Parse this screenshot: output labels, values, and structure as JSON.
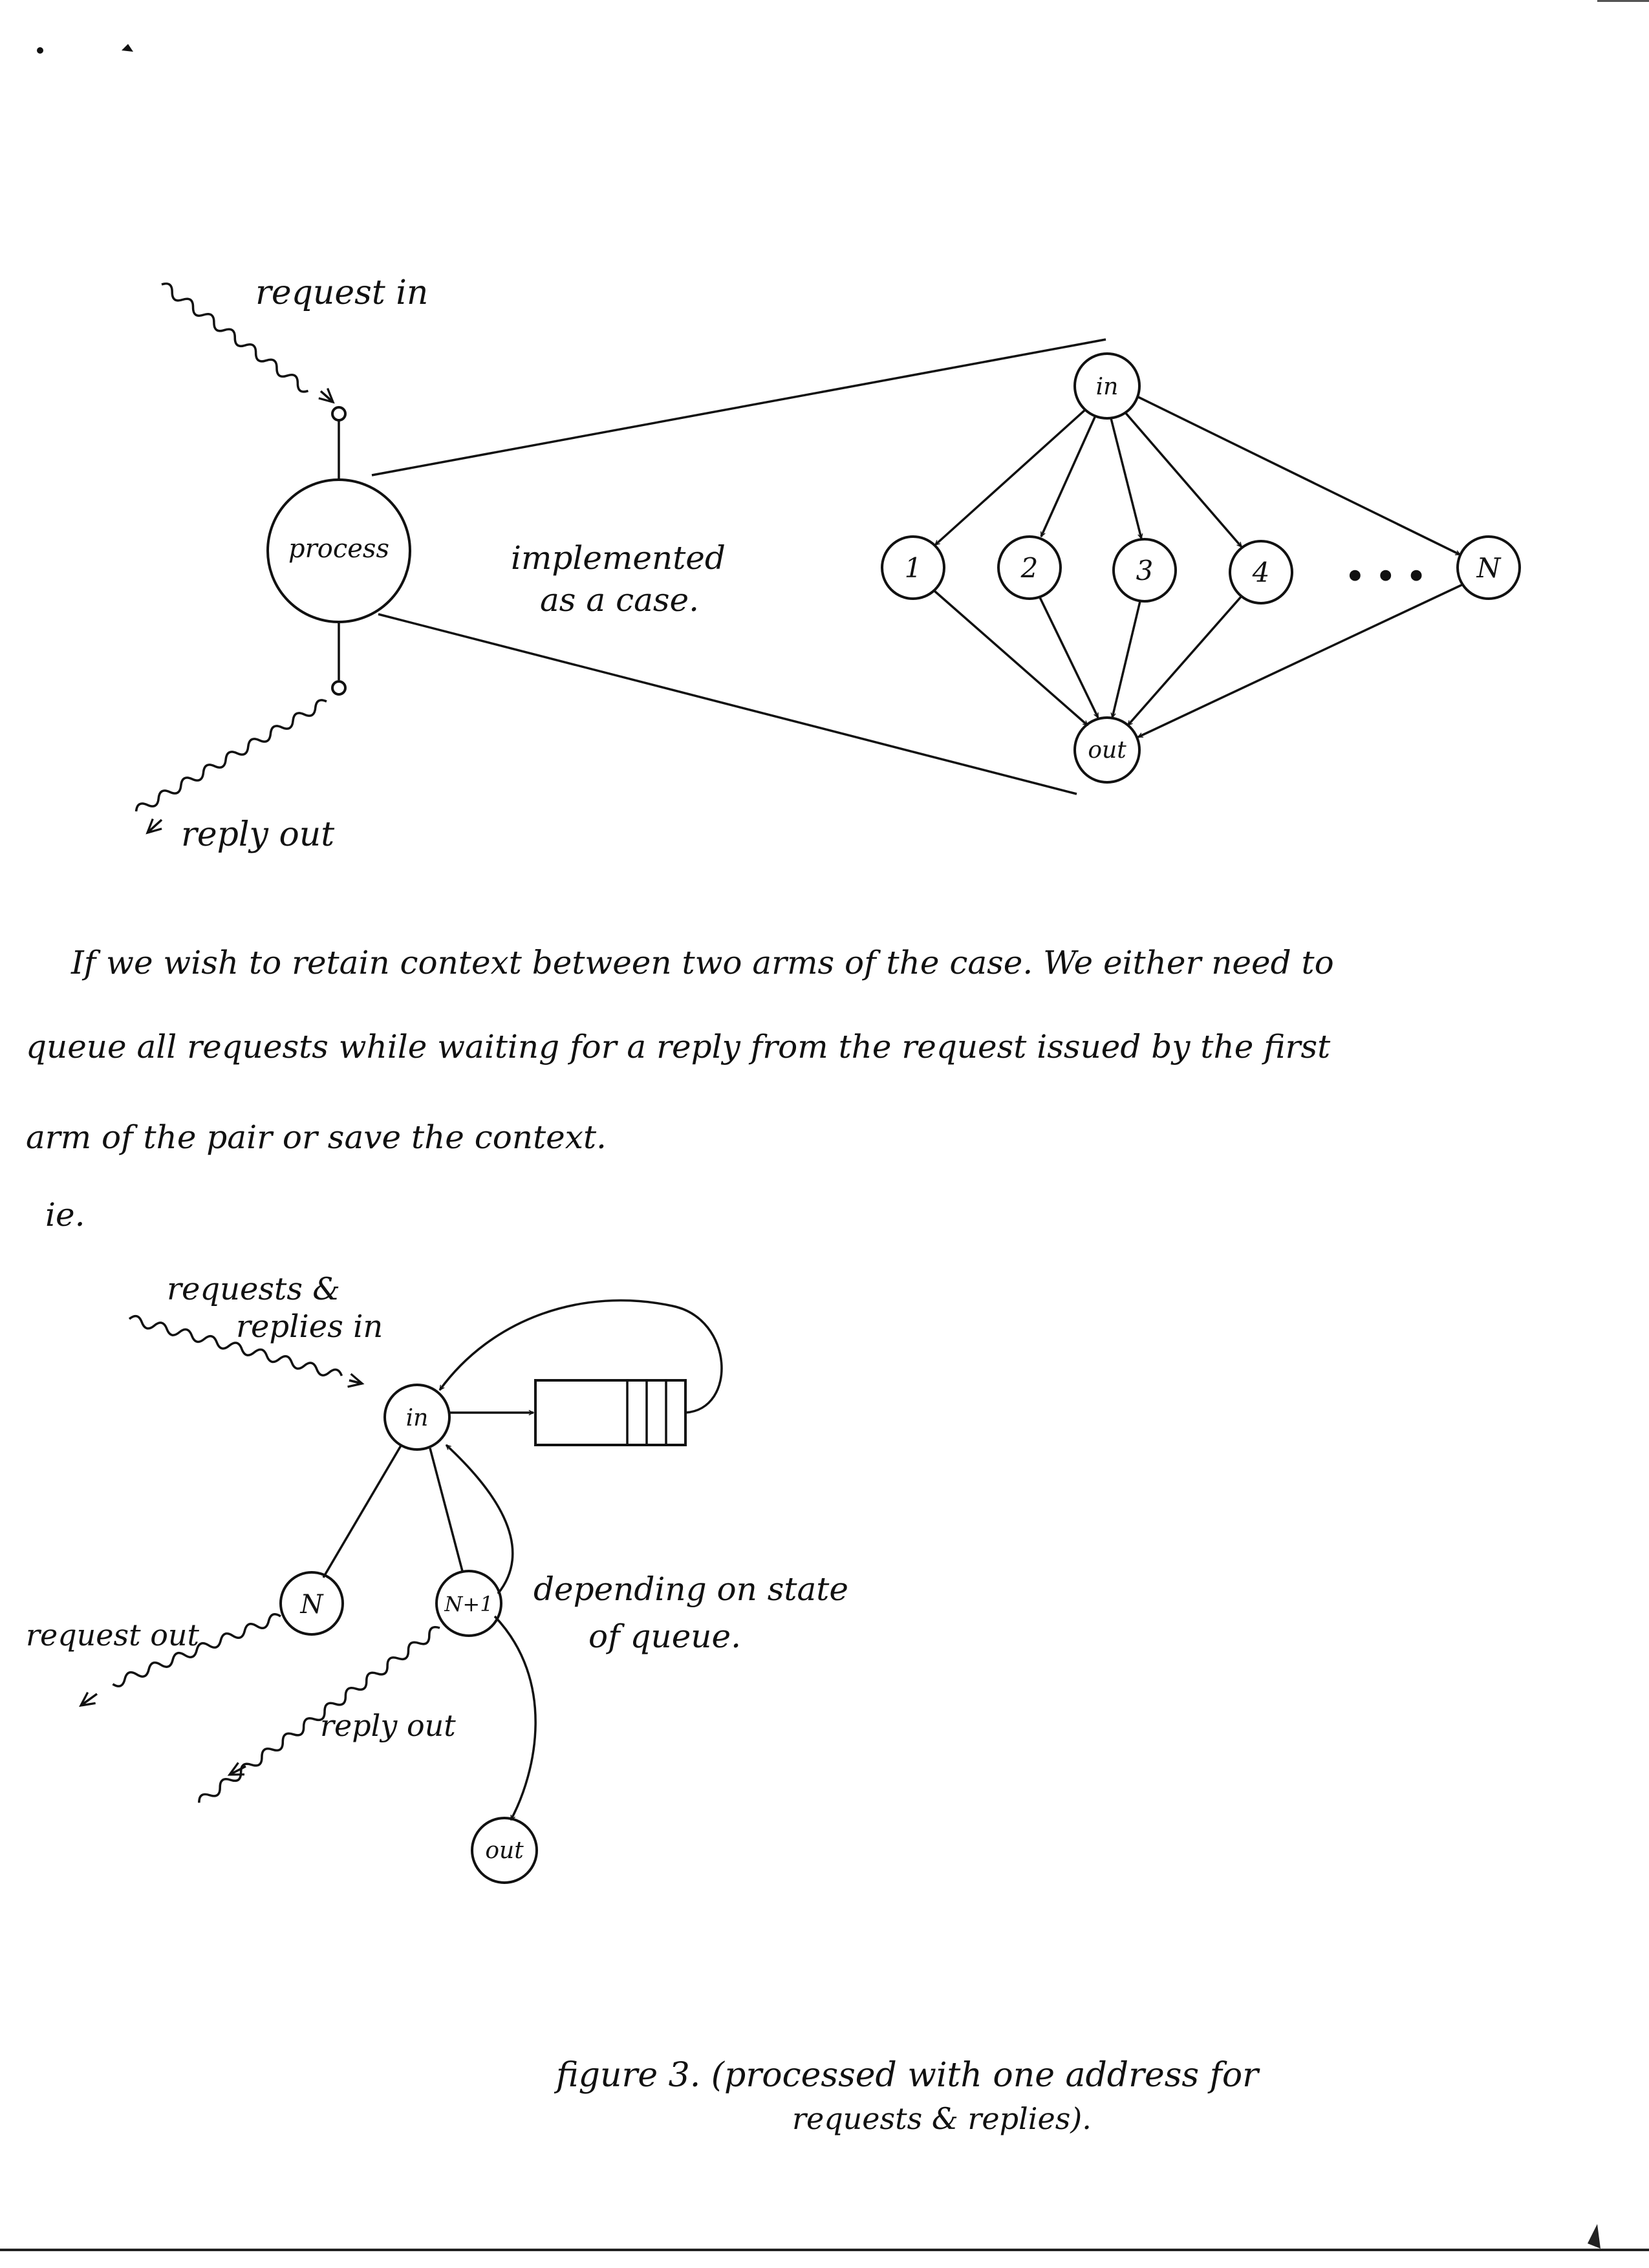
{
  "diagram_top": {
    "request_in_label": "request in",
    "reply_out_label": "reply out",
    "process_label": "process",
    "implemented_line1": "implemented",
    "implemented_line2": "as a case.",
    "in_node_label": "in",
    "case_nodes": [
      "1",
      "2",
      "3",
      "4",
      "N"
    ],
    "ellipsis": "• • •",
    "out_node_label": "out"
  },
  "paragraph": {
    "line1": "If we wish to retain context between two arms of the case. We either need to",
    "line2": "queue all requests while waiting for a reply from the request issued by the first",
    "line3": "arm of the pair or save the context."
  },
  "ie_label": "ie.",
  "diagram_bottom": {
    "requests_replies_line1": "requests &",
    "requests_replies_line2": "replies in",
    "in_node_label": "in",
    "n_node_label": "N",
    "n1_node_label": "N+1",
    "out_node_label": "out",
    "request_out_label": "request out",
    "reply_out_label": "reply out",
    "depending_line1": "depending on state",
    "depending_line2": "of queue."
  },
  "caption": {
    "line1": "figure 3. (processed with one address for",
    "line2": "requests & replies)."
  }
}
